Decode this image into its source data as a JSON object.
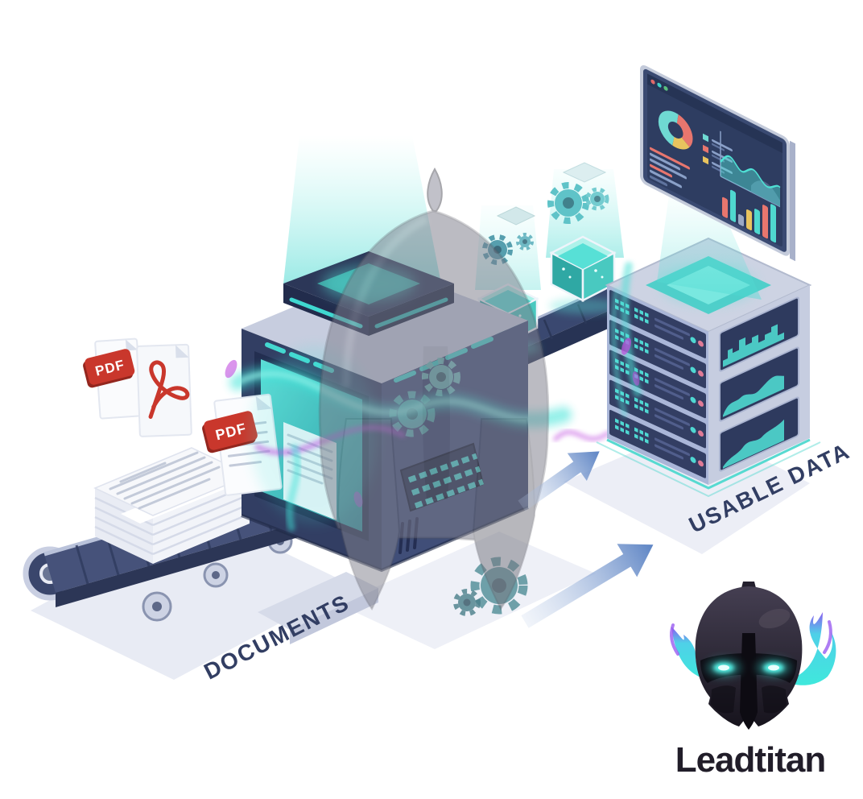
{
  "scene": {
    "background": "#ffffff",
    "pipeline": {
      "input_label": "DOCUMENTS",
      "output_label": "USABLE DATA"
    },
    "files": {
      "pdf_badges": [
        "PDF",
        "PDF"
      ],
      "icons": [
        "pdf-file-icon",
        "acrobat-file-icon",
        "pdf-file-icon"
      ]
    },
    "brand": {
      "name": "Leadtitan"
    },
    "colors": {
      "machine_navy": "#333e63",
      "teal": "#49d8d0",
      "purple_energy": "#c14fe0",
      "coral": "#e8766e",
      "yellow": "#e8c35e",
      "pdf_red": "#c9372c",
      "arrow_blue": "#5d84c4",
      "label_text": "#323e63",
      "logo_black": "#17141d",
      "belt": "#3e4a6f",
      "steel": "#c6cde0"
    },
    "monitor": {
      "window_dots": [
        "#e06a6a",
        "#3ecfc6",
        "#5bbf7e"
      ],
      "charts": {
        "donut": {
          "type": "pie",
          "segments": [
            {
              "name": "coral",
              "color": "#e8766e",
              "value": 32
            },
            {
              "name": "yellow",
              "color": "#e8c35e",
              "value": 18
            },
            {
              "name": "teal",
              "color": "#6fd9d2",
              "value": 50
            }
          ]
        },
        "area": {
          "type": "area",
          "series": [
            {
              "name": "primary",
              "color": "#4fe0d4"
            },
            {
              "name": "secondary",
              "color": "#56688f"
            }
          ]
        },
        "bars": {
          "type": "bar",
          "values": [
            {
              "color": "#e8766e",
              "h": 24
            },
            {
              "color": "#4fd8cf",
              "h": 38
            },
            {
              "color": "#9aa8c4",
              "h": 13
            },
            {
              "color": "#e8c35e",
              "h": 24
            },
            {
              "color": "#4fd8cf",
              "h": 30
            },
            {
              "color": "#e8766e",
              "h": 40
            },
            {
              "color": "#4fd8cf",
              "h": 46
            }
          ]
        }
      }
    },
    "server": {
      "front_units": 5,
      "side_panels": 3
    }
  }
}
